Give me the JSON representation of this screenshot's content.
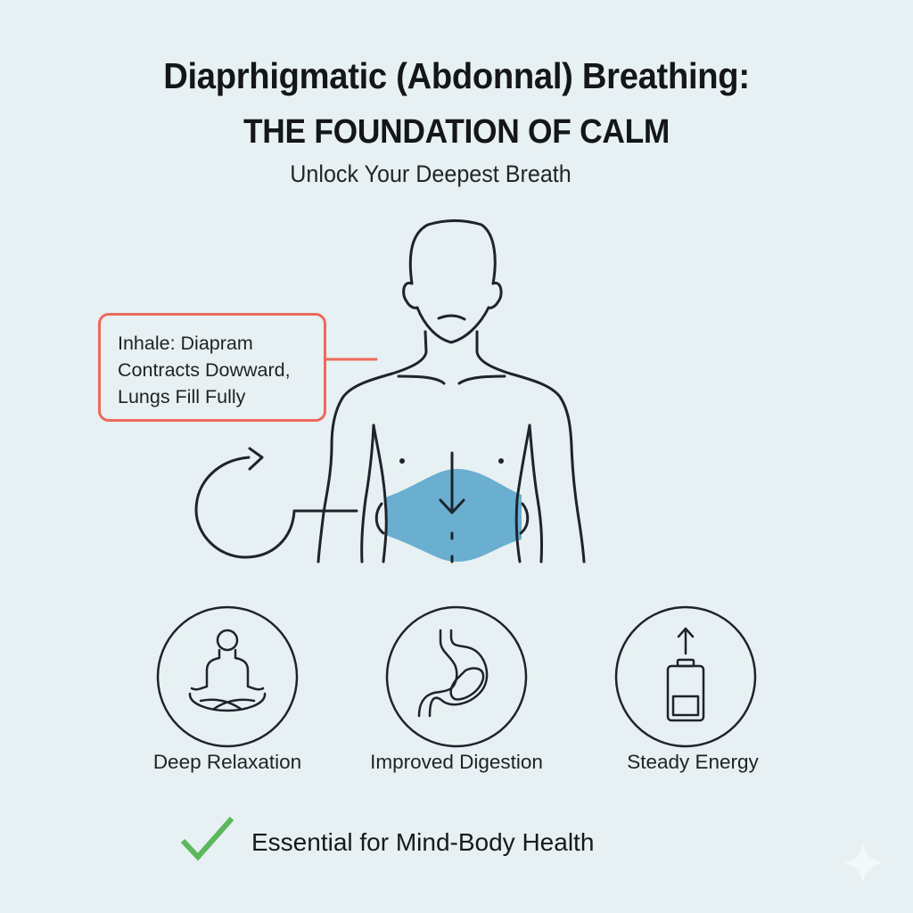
{
  "header": {
    "title_line1": "Diaprhigmatic (Abdonnal) Breathing:",
    "title_line2": "THE FOUNDATION OF CALM",
    "subtitle": "Unlock Your Deepest Breath"
  },
  "illustration": {
    "figure": "human-torso-outline",
    "highlight_region": "abdomen",
    "highlight_color": "#6aaed0",
    "direction_arrow": "down",
    "cycle_icon": "circular-arrow-icon"
  },
  "callout": {
    "lines": [
      "Inhale: Diapram",
      "Contracts Dowward,",
      "Lungs Fill Fully"
    ],
    "border_color": "#ec6a5c"
  },
  "benefits": [
    {
      "icon": "meditation-icon",
      "label": "Deep Relaxation"
    },
    {
      "icon": "stomach-icon",
      "label": "Improved Digestion"
    },
    {
      "icon": "battery-charging-icon",
      "label": "Steady Energy"
    }
  ],
  "footer": {
    "icon": "checkmark-icon",
    "icon_color": "#5cb85c",
    "text": "Essential for Mind-Body Health"
  },
  "colors": {
    "background": "#e7f0f2",
    "line": "#1d242b",
    "accent_red": "#ec6a5c",
    "accent_blue": "#6aaed0",
    "accent_green": "#5cb85c"
  }
}
